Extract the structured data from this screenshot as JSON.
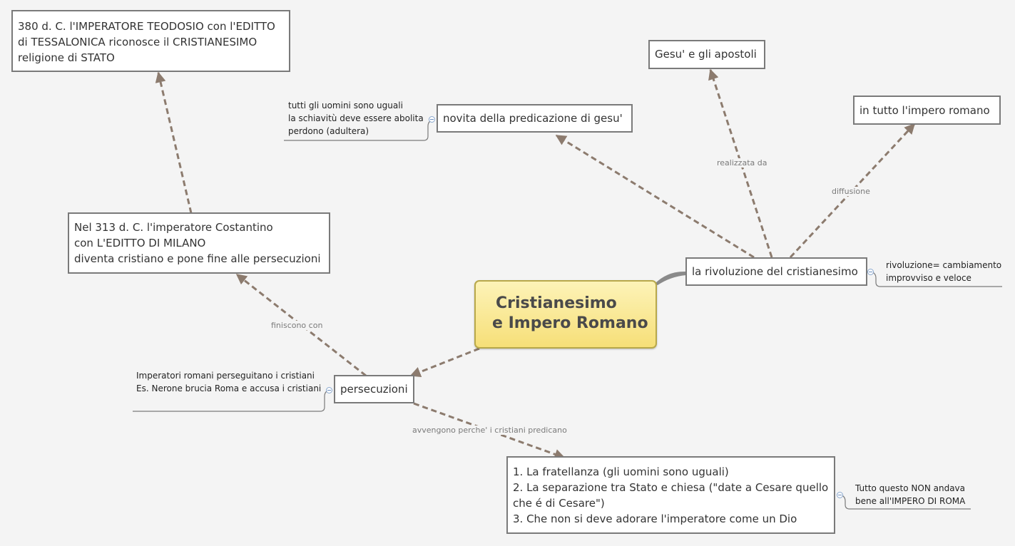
{
  "central": {
    "line1": "Cristianesimo",
    "line2": "e Impero Romano"
  },
  "topics": {
    "rivoluzione": "la rivoluzione del cristianesimo",
    "persecuzioni": "persecuzioni",
    "novita": "novita della predicazione di gesu'",
    "gesu": "Gesu' e gli apostoli",
    "tutto_impero": "in tutto l'impero romano",
    "costantino": [
      "Nel 313 d. C. l'imperatore Costantino",
      "con L'EDITTO DI MILANO",
      "diventa cristiano e pone fine alle persecuzioni"
    ],
    "teodosio": [
      "380 d. C. l'IMPERATORE TEODOSIO con l'EDITTO",
      "di TESSALONICA riconosce il CRISTIANESIMO",
      "religione di STATO"
    ],
    "fratellanza": [
      "1. La fratellanza (gli uomini sono uguali)",
      "2. La separazione tra Stato e chiesa (\"date a Cesare quello",
      "che é di Cesare\")",
      "3. Che non si deve adorare l'imperatore come un Dio"
    ]
  },
  "notes": {
    "novita": [
      "tutti gli uomini  sono uguali",
      "la schiavitù deve essere abolita",
      "perdono (adultera)"
    ],
    "rivoluzione": [
      "rivoluzione= cambiamento",
      "improvviso e  veloce"
    ],
    "persecuzioni": [
      "Imperatori romani perseguitano i cristiani",
      "Es. Nerone brucia Roma e accusa i cristiani"
    ],
    "fratellanza": [
      "Tutto questo NON andava",
      "bene all'IMPERO DI ROMA"
    ]
  },
  "relations": {
    "realizzata": "realizzata da",
    "diffusione": "diffusione",
    "finiscono": "finiscono con",
    "avvengono": "avvengono perche' i cristiani predicano"
  },
  "colors": {
    "background": "#f4f4f4",
    "relation_line": "#8c7b6e",
    "central_fill": "#f8e48e",
    "node_border": "#7a7a7a"
  }
}
